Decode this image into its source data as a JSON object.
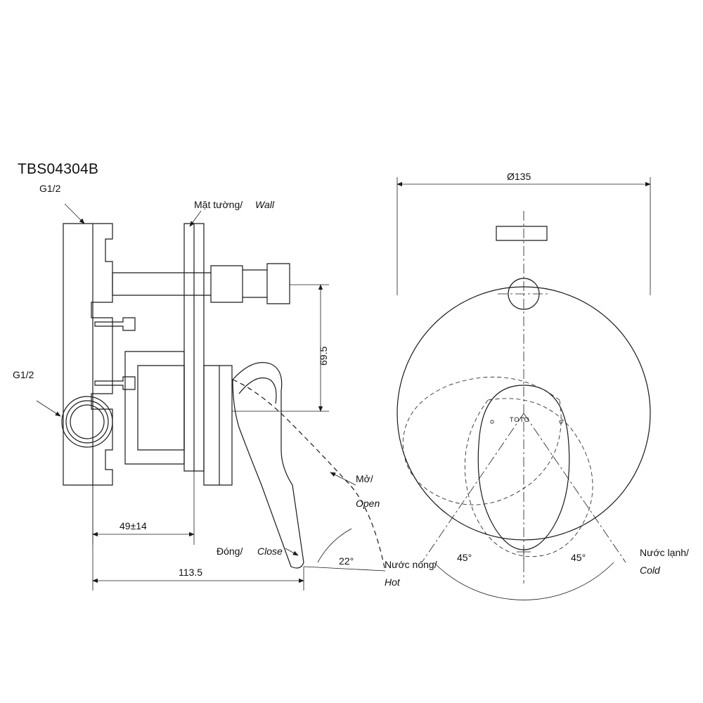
{
  "drawing": {
    "title": "TBS04304B",
    "labels": {
      "inlet_top": "G1/2",
      "inlet_bottom": "G1/2",
      "wall_vi": "Mặt tường/",
      "wall_en": "Wall",
      "open_vi": "Mở/",
      "open_en": "Open",
      "close_vi": "Đóng/",
      "close_en": "Close",
      "hot_vi": "Nước nóng/",
      "hot_en": "Hot",
      "cold_vi": "Nước lạnh/",
      "cold_en": "Cold",
      "brand": "TOTO"
    },
    "dimensions": {
      "diameter": "Ø135",
      "height_center": "69.5",
      "wall_offset": "49±14",
      "total_depth": "113.5",
      "lever_angle": "22°",
      "hot_angle": "45°",
      "cold_angle": "45°"
    },
    "colors": {
      "line": "#1a1a1a",
      "background": "#ffffff"
    }
  }
}
